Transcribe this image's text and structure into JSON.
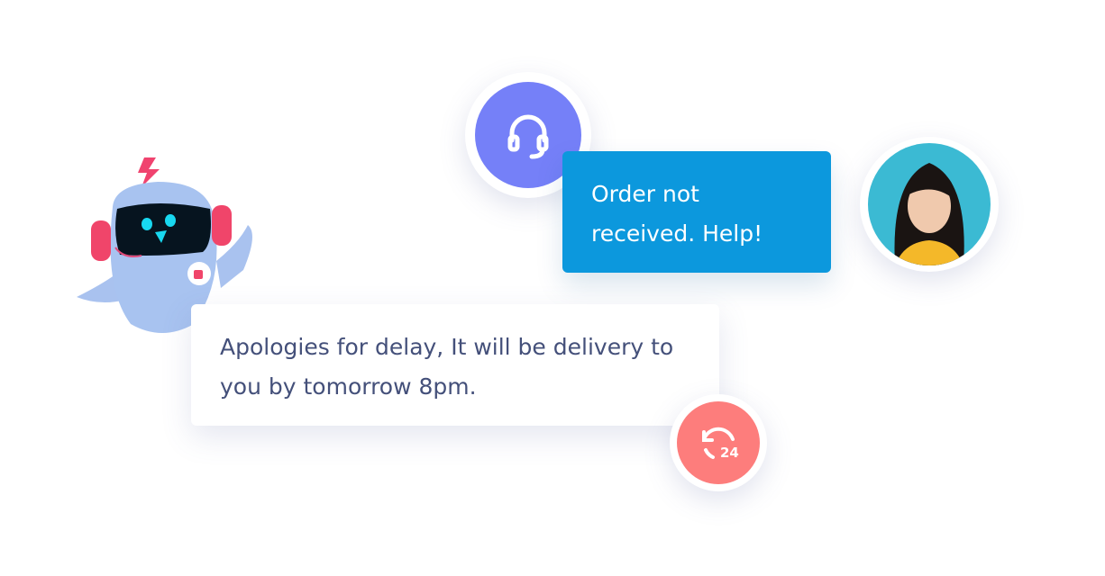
{
  "chat": {
    "user_message": "Order not received. Help!",
    "bot_message": "Apologies for delay, It will be delivery to you by tomorrow 8pm.",
    "support_icon_label": "24"
  },
  "icons": {
    "agent": "headset-icon",
    "support": "24-hour-support-icon",
    "bot": "robot-mascot"
  },
  "colors": {
    "agent": "#7580f8",
    "user_bubble": "#0c98dd",
    "support": "#fd7d7c",
    "bot_text": "#44507a"
  }
}
